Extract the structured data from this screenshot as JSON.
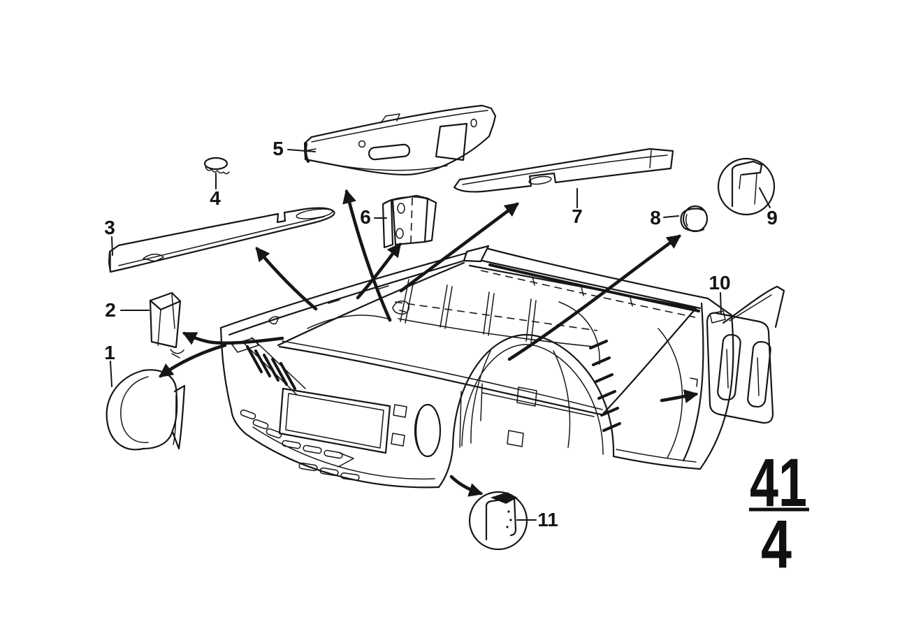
{
  "diagram": {
    "background_color": "#ffffff",
    "ink_color": "#161616",
    "description_kind": "exploded-parts-line-drawing",
    "callouts": [
      {
        "number": "1"
      },
      {
        "number": "2"
      },
      {
        "number": "3"
      },
      {
        "number": "4"
      },
      {
        "number": "5"
      },
      {
        "number": "6"
      },
      {
        "number": "7"
      },
      {
        "number": "8"
      },
      {
        "number": "9"
      },
      {
        "number": "10"
      },
      {
        "number": "11"
      }
    ],
    "page_number": {
      "numerator": "41",
      "denominator": "4"
    }
  }
}
